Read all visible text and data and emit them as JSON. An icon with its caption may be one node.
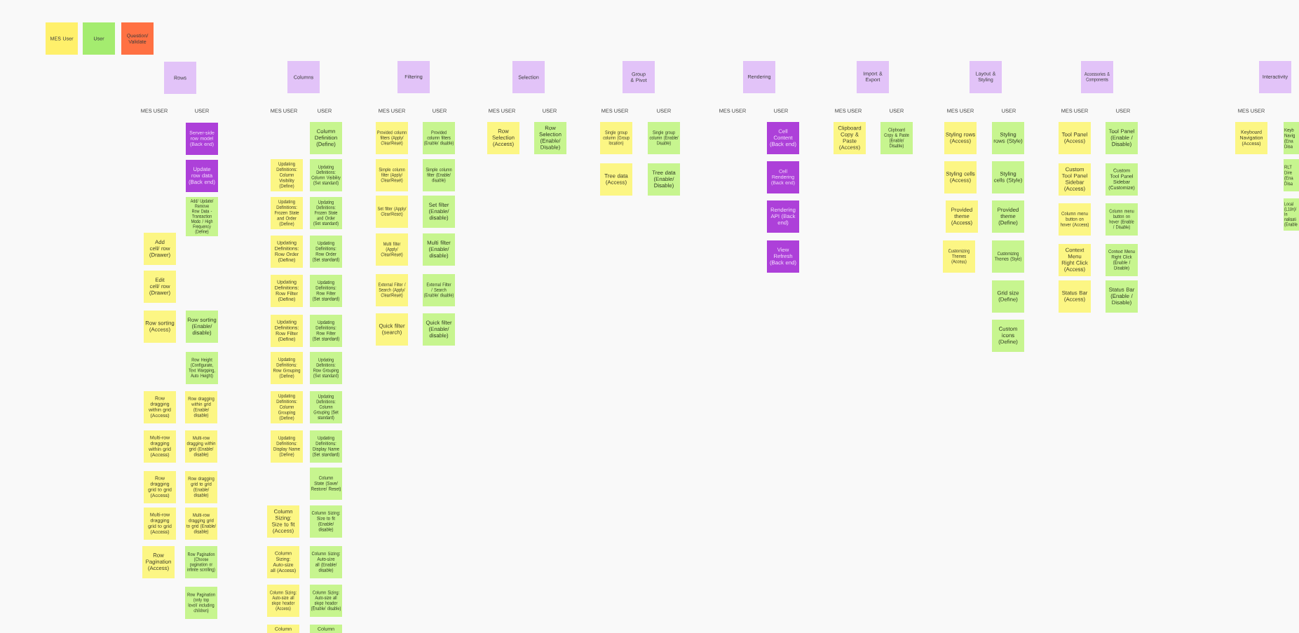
{
  "diagram": {
    "nodes": [
      {
        "text": [
          "Rows"
        ]
      },
      {
        "text": [
          "Server-side row model (Back end)"
        ]
      },
      {
        "text": [
          "Update row data (Back end)"
        ]
      },
      {
        "text": [
          "Add/ Update/ Remove Row Data - Transaction Mode / High Frequency (Define)"
        ]
      },
      {
        "text": [
          "Add cell/ row (Drawer)"
        ]
      },
      {
        "text": [
          "Edit cell/ row (Drawer)"
        ]
      },
      {
        "text": [
          "Row sorting (Access)"
        ]
      },
      {
        "text": [
          "Row sorting (Enable/ disable)"
        ]
      },
      {
        "text": [
          "Row Height (Configurate, Text Warpping, Auto Height)"
        ]
      },
      {
        "text": [
          "Row dragging within grid (Access)"
        ]
      },
      {
        "text": [
          "Row dragging within grid (Enable/ disable)"
        ]
      },
      {
        "text": [
          "Multi-row dragging within grid (Access)"
        ]
      },
      {
        "text": [
          "Multi-row dragging within grid (Enable/ disable)"
        ]
      },
      {
        "text": [
          "Row dragging grid to grid (Access)"
        ]
      },
      {
        "text": [
          "Row dragging grid to grid (Enable/ disable)"
        ]
      },
      {
        "text": [
          "Multi-row dragging grid to grid (Access)"
        ]
      },
      {
        "text": [
          "Multi-row dragging grid to grid (Enable/ disable)"
        ]
      },
      {
        "text": [
          "Row Pagination (Access)"
        ]
      },
      {
        "text": [
          "Row Pagination (Choose pagination or infinite scrolling)"
        ]
      },
      {
        "text": [
          "Row Pagination (only top level/ including children)"
        ]
      },
      {
        "text": [
          "Columns"
        ]
      },
      {
        "text": [
          "Column Definition (Define)"
        ]
      },
      {
        "text": [
          "Updating Definitions: Column Visibility (Define)"
        ]
      },
      {
        "text": [
          "Updating Definitions: Column Visibility (Set standard)"
        ]
      },
      {
        "text": [
          "Updating Definitions: Frozen State and Order (Define)"
        ]
      },
      {
        "text": [
          "Updating Definitions: Frozen State and Order (Set standard)"
        ]
      },
      {
        "text": [
          "Updating Definitions: Row Order (Define)"
        ]
      },
      {
        "text": [
          "Updating Definitions: Row Order (Set standard)"
        ]
      },
      {
        "text": [
          "Updating Definitions: Row Filter (Define)"
        ]
      },
      {
        "text": [
          "Updating Definitions: Row Filter (Set standard)"
        ]
      },
      {
        "text": [
          "Updating Definitions: Row Filter (Define)"
        ]
      },
      {
        "text": [
          "Updating Definitions: Row Filter (Set standard)"
        ]
      },
      {
        "text": [
          "Updating Definitions: Row Grouping (Define)"
        ]
      },
      {
        "text": [
          "Updating Definitions: Row Grouping (Set standard)"
        ]
      },
      {
        "text": [
          "Updating Definitions: Column Grouping (Define)"
        ]
      },
      {
        "text": [
          "Updating Definitions: Column Grouping (Set standard)"
        ]
      },
      {
        "text": [
          "Updating Definitions: Display Name (Define)"
        ]
      },
      {
        "text": [
          "Updating Definitions: Display Name (Set standard)"
        ]
      },
      {
        "text": [
          "Column State (Save/ Restore/ Reset)"
        ]
      },
      {
        "text": [
          "Column Sizing: Size to fit (Access)"
        ]
      },
      {
        "text": [
          "Column Sizing: Size to fit (Enable/ disable)"
        ]
      },
      {
        "text": [
          "Column Sizing: Auto-size all (Access)"
        ]
      },
      {
        "text": [
          "Column Sizing: Auto-size all (Enable/ disable)"
        ]
      },
      {
        "text": [
          "Column Sizing: Auto-size all skipe header (Access)"
        ]
      },
      {
        "text": [
          "Column Sizing: Auto-size all skipe header (Enable/ disable)"
        ]
      },
      {
        "text": [
          "Column"
        ]
      },
      {
        "text": [
          "Column"
        ]
      },
      {
        "text": [
          "Filtering"
        ]
      },
      {
        "text": [
          "Provided column filters (Apply/ Clear/Reset)"
        ]
      },
      {
        "text": [
          "Provided column filters (Enable/ disable)"
        ]
      },
      {
        "text": [
          "Simple column filter (Apply/ Clear/Reset)"
        ]
      },
      {
        "text": [
          "Simple column filter (Enable/ disable)"
        ]
      },
      {
        "text": [
          "Set filter (Apply/ Clear/Reset)"
        ]
      },
      {
        "text": [
          "Set filter (Enable/ disable)"
        ]
      },
      {
        "text": [
          "Multi filter (Apply/ Clear/Reset)"
        ]
      },
      {
        "text": [
          "Multi filter (Enable/ disable)"
        ]
      },
      {
        "text": [
          "External Filter / Search (Apply/ Clear/Reset)"
        ]
      },
      {
        "text": [
          "External Filter / Search (Enable/ disable)"
        ]
      },
      {
        "text": [
          "Quick filter (search)"
        ]
      },
      {
        "text": [
          "Quick filter (Enable/ disable)"
        ]
      },
      {
        "text": [
          "Selection"
        ]
      },
      {
        "text": [
          "Row Selection (Access)"
        ]
      },
      {
        "text": [
          "Row Selection (Enable/ Disable)"
        ]
      },
      {
        "text": [
          "Group & Pivot"
        ]
      },
      {
        "text": [
          "Single group column (Group location)"
        ]
      },
      {
        "text": [
          "Single group column (Enable/ Disable)"
        ]
      },
      {
        "text": [
          "Tree data (Access)"
        ]
      },
      {
        "text": [
          "Tree data (Enable/ Disable)"
        ]
      },
      {
        "text": [
          "Rendering"
        ]
      },
      {
        "text": [
          "Cell Content (Back end)"
        ]
      },
      {
        "text": [
          "Cell Rendering (Back end)"
        ]
      },
      {
        "text": [
          "Rendering API (Back end)"
        ]
      },
      {
        "text": [
          "View Refresh (Back end)"
        ]
      },
      {
        "text": [
          "Import & Export"
        ]
      },
      {
        "text": [
          "Clipboard Copy & Paste (Access)"
        ]
      },
      {
        "text": [
          "Clipboard Copy & Paste (Enable/ Disable)"
        ]
      },
      {
        "text": [
          "Layout & Styling"
        ]
      },
      {
        "text": [
          "Styling rows (Access)"
        ]
      },
      {
        "text": [
          "Styling rows (Style)"
        ]
      },
      {
        "text": [
          "Styling cells (Access)"
        ]
      },
      {
        "text": [
          "Styling cells (Style)"
        ]
      },
      {
        "text": [
          "Provided theme (Access)"
        ]
      },
      {
        "text": [
          "Provided theme (Define)"
        ]
      },
      {
        "text": [
          "Customizing Themes (Access)"
        ]
      },
      {
        "text": [
          "Customizing Themes (Style)"
        ]
      },
      {
        "text": [
          "Grid size (Define)"
        ]
      },
      {
        "text": [
          "Custom icons (Define)"
        ]
      },
      {
        "text": [
          "Accessories & Components"
        ]
      },
      {
        "text": [
          "Tool Panel (Access)"
        ]
      },
      {
        "text": [
          "Tool Panel (Enable / Disable)"
        ]
      },
      {
        "text": [
          "Custom Tool Panel Sidebar (Access)"
        ]
      },
      {
        "text": [
          "Custom Tool Panel Sidebar (Customize)"
        ]
      },
      {
        "text": [
          "Column menu button on hover (Access)"
        ]
      },
      {
        "text": [
          "Column menu button on hover (Enable / Disable)"
        ]
      },
      {
        "text": [
          "Context Menu Right Click (Access)"
        ]
      },
      {
        "text": [
          "Context Menu Right Click (Enable / Disable)"
        ]
      },
      {
        "text": [
          "Status Bar (Access)"
        ]
      },
      {
        "text": [
          "Status Bar (Enable / Disable)"
        ]
      },
      {
        "text": [
          "Interactivity"
        ]
      },
      {
        "text": [
          "Keyboard Navigation (Access)"
        ]
      },
      {
        "text": [
          "Keyb Navig (Ena Disa"
        ]
      },
      {
        "text": [
          "RLT Dire (Ena Disa"
        ]
      },
      {
        "text": [
          "Local (L10n)/ In nalisati (Enable"
        ]
      }
    ],
    "labels": [
      "MES USER",
      "USER",
      "MES USER",
      "USER",
      "MES USER",
      "USER",
      "MES USER",
      "USER",
      "MES USER",
      "USER",
      "MES USER",
      "USER",
      "MES USER",
      "USER",
      "MES USER",
      "USER",
      "MES USER",
      "USER",
      "MES USER"
    ],
    "legend": [
      {
        "text": "MES User",
        "color": "#fff06b"
      },
      {
        "text": "User",
        "color": "#a4ec6f"
      },
      {
        "text": "Question/ Validate",
        "color": "#ff7143"
      }
    ]
  }
}
